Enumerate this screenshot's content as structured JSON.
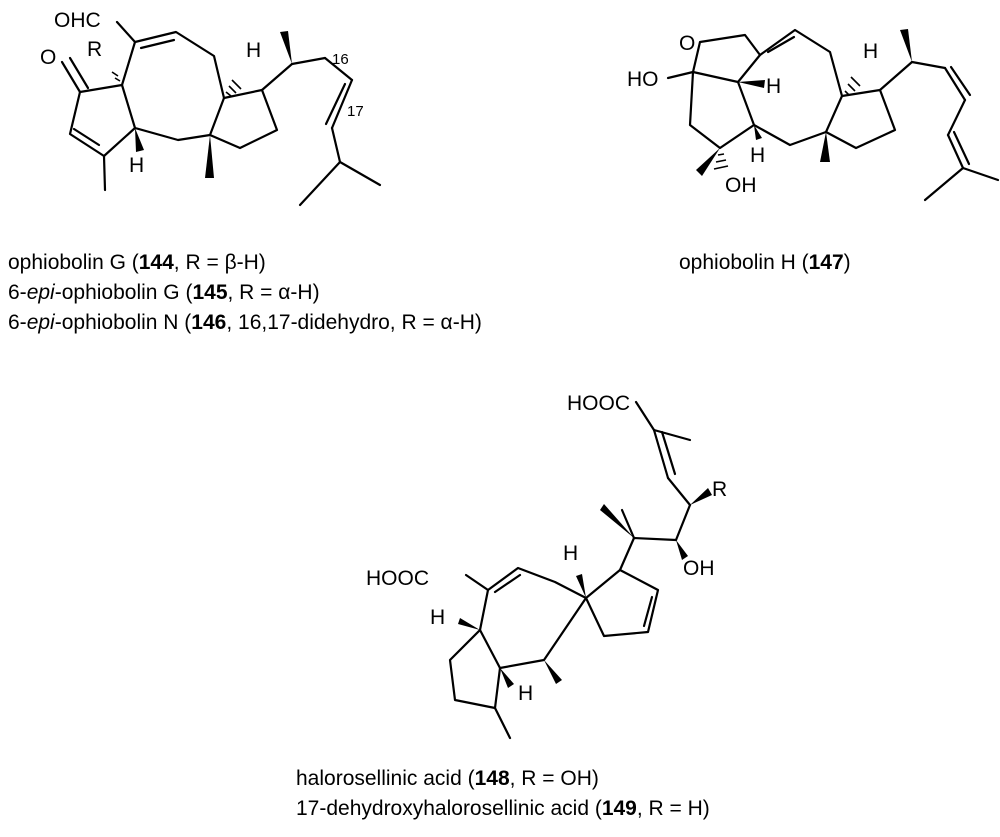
{
  "compounds": [
    {
      "id": "ophiobolin-G-series",
      "atom_labels": {
        "cho": "OHC",
        "ketone_o": "O",
        "r": "R",
        "h_top": "H",
        "h_bottom": "H",
        "c16": "16",
        "c17": "17"
      },
      "captions": [
        {
          "pre": "ophiobolin G (",
          "pre_italic": "",
          "name": "",
          "bold": "144",
          "post": ", R = β-H)"
        },
        {
          "pre": "6-",
          "pre_italic": "epi",
          "name": "-ophiobolin G (",
          "bold": "145",
          "post": ", R = α-H)"
        },
        {
          "pre": "6-",
          "pre_italic": "epi",
          "name": "-ophiobolin N (",
          "bold": "146",
          "post": ", 16,17-didehydro, R = α-H)"
        }
      ]
    },
    {
      "id": "ophiobolin-H",
      "atom_labels": {
        "ring_o": "O",
        "ho": "HO",
        "h_a": "H",
        "h_b": "H",
        "h_c": "H",
        "oh": "OH"
      },
      "captions": [
        {
          "pre": "ophiobolin H (",
          "bold": "147",
          "post": ")"
        }
      ]
    },
    {
      "id": "halorosellinic-acid-series",
      "atom_labels": {
        "hooc_top": "HOOC",
        "r": "R",
        "oh": "OH",
        "hooc_left": "HOOC",
        "h_top": "H",
        "h_left": "H",
        "h_bottom": "H"
      },
      "captions": [
        {
          "pre": "halorosellinic acid (",
          "bold": "148",
          "post": ", R = OH)"
        },
        {
          "pre": "17-dehydroxyhalorosellinic acid (",
          "bold": "149",
          "post": ", R = H)"
        }
      ]
    }
  ]
}
